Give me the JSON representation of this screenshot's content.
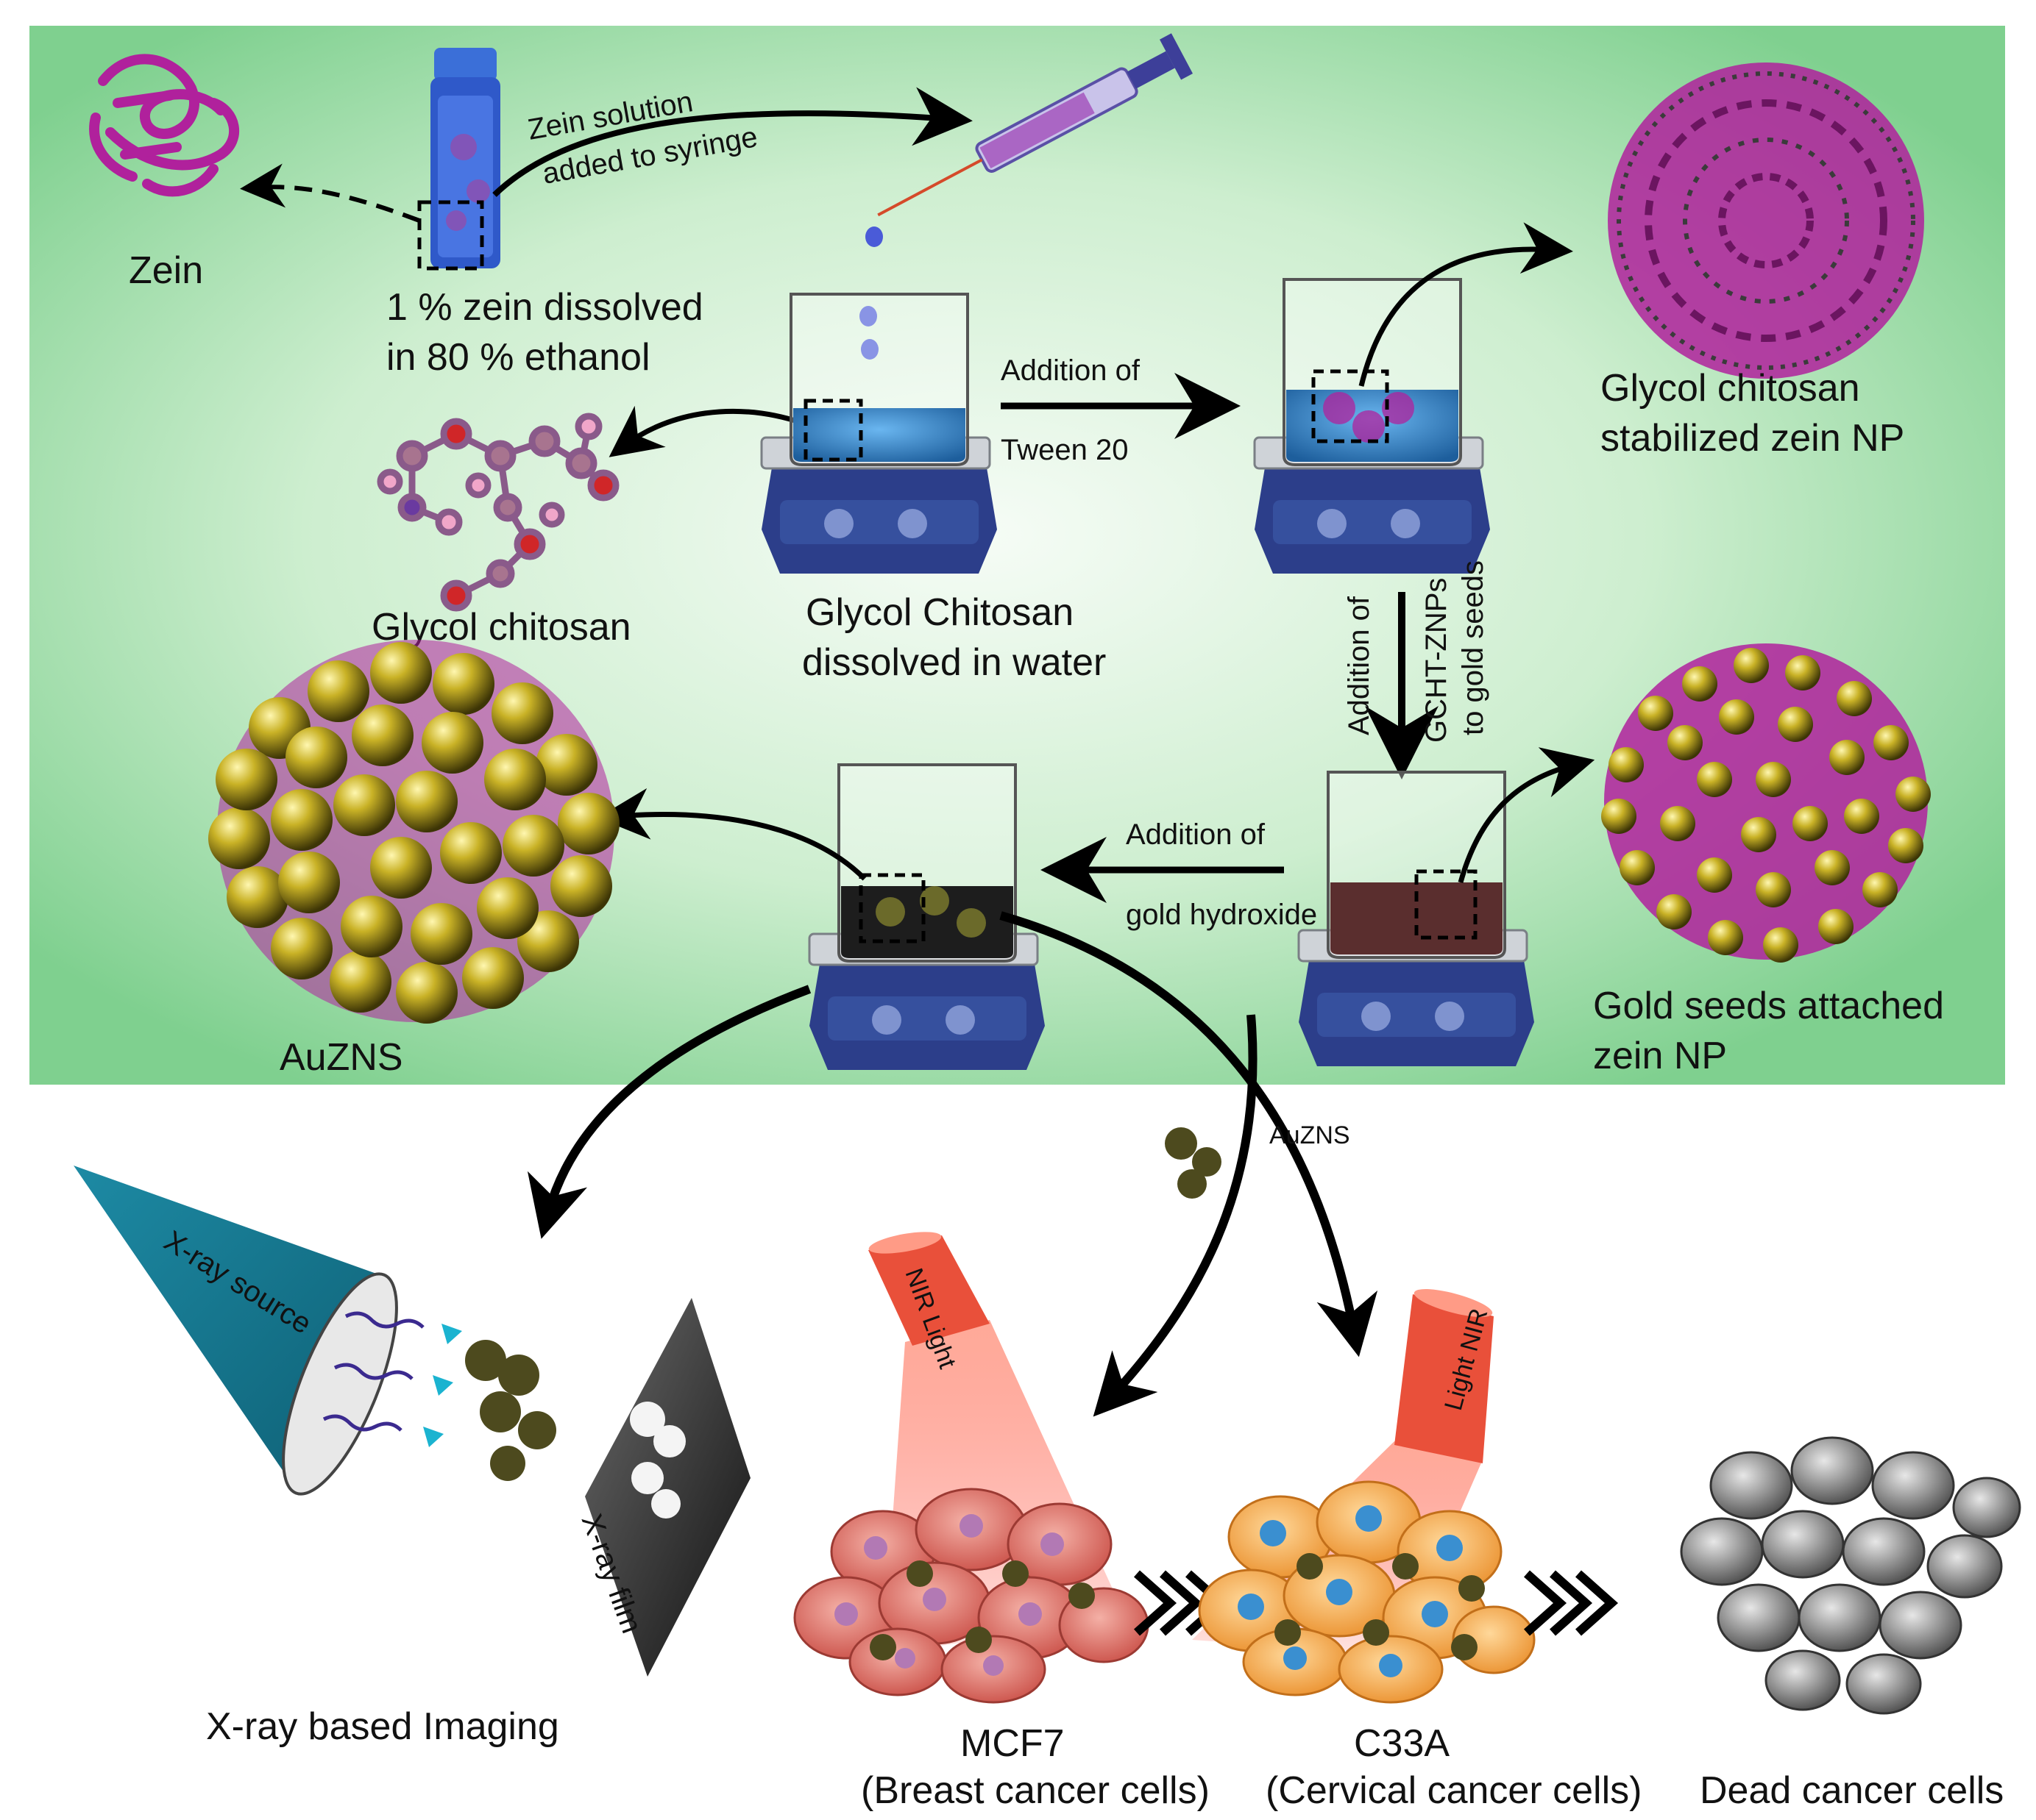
{
  "colors": {
    "panel_green": "#8dd69a",
    "panel_light": "#f4fbf4",
    "zein_magenta": "#b0219c",
    "gold": "#b9a11c",
    "arrow": "#000000",
    "xray_cone": "#167f98",
    "nir_red": "#e53b26",
    "mcf7_cell": "#d9645c",
    "c33a_cell": "#f1a648",
    "dead_cell": "#7b7b7b"
  },
  "labels": {
    "zein": "Zein",
    "zein_solution_1": "Zein solution",
    "zein_solution_2": "added to syringe",
    "zein_dissolved_1": "1 % zein dissolved",
    "zein_dissolved_2": "in 80 % ethanol",
    "glycol_chitosan": "Glycol chitosan",
    "gc_dissolved_1": "Glycol Chitosan",
    "gc_dissolved_2": "dissolved in water",
    "addition_tween_1": "Addition of",
    "addition_tween_2": "Tween 20",
    "gc_stab_1": "Glycol chitosan",
    "gc_stab_2": "stabilized zein NP",
    "addition_gcht_1": "Addition of",
    "addition_gcht_2": "GCHT-ZNPs",
    "addition_gcht_3": "to gold seeds",
    "gold_seeds_1": "Gold seeds attached",
    "gold_seeds_2": "zein NP",
    "addition_gold_1": "Addition of",
    "addition_gold_2": "gold hydroxide",
    "auzns_top": "AuZNS",
    "auzns_flow": "AuZNS",
    "xray_source": "X-ray source",
    "xray_film": "X-ray film",
    "xray_imaging": "X-ray based Imaging",
    "nir_light_left": "NIR Light",
    "nir_light_right": "Light NIR",
    "mcf7_1": "MCF7",
    "mcf7_2": "(Breast cancer cells)",
    "c33a_1": "C33A",
    "c33a_2": "(Cervical cancer cells)",
    "dead_cells": "Dead cancer cells"
  }
}
